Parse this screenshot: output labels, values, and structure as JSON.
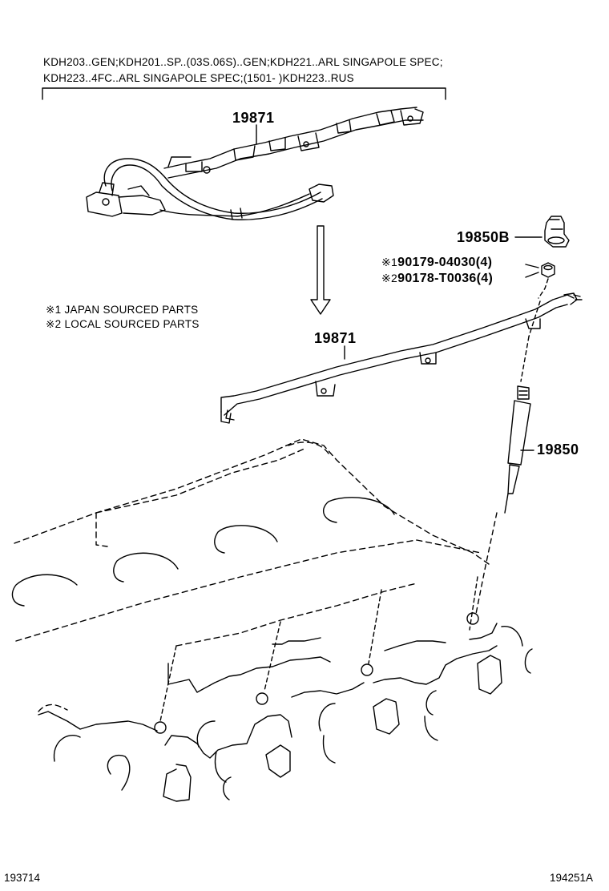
{
  "header": {
    "line1": "KDH203..GEN;KDH201..SP..(03S.06S)..GEN;KDH221..ARL SINGAPOLE SPEC;",
    "line2": "KDH223..4FC..ARL SINGAPOLE SPEC;(1501-         )KDH223..RUS"
  },
  "callouts": {
    "harness_top": "19871",
    "harness_mid": "19871",
    "cap": "19850B",
    "glow_plug": "19850"
  },
  "nuts": {
    "nut1_mark": "※1",
    "nut1_number": "90179-04030",
    "nut1_qty": "(4)",
    "nut2_mark": "※2",
    "nut2_number": "90178-T0036",
    "nut2_qty": "(4)"
  },
  "notes": {
    "note1": "※1 JAPAN SOURCED PARTS",
    "note2": "※2 LOCAL SOURCED PARTS"
  },
  "footer": {
    "left_code": "193714",
    "right_code": "194251A"
  }
}
